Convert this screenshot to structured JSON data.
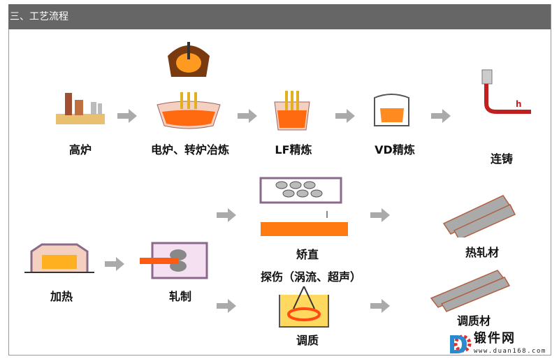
{
  "header": {
    "title": "三、工艺流程"
  },
  "steps": {
    "blast_furnace": "高炉",
    "electric_converter": "电炉、转炉冶炼",
    "lf": "LF精炼",
    "vd": "VD精炼",
    "casting": "连铸",
    "heating": "加热",
    "rolling": "轧制",
    "straightening": "矫直",
    "inspection": "探伤（涡流、超声）",
    "tempering": "调质",
    "hot_rolled": "热轧材",
    "tempered": "调质材"
  },
  "caster_mark": "h",
  "watermark": {
    "name": "锻件网",
    "url": "www.duan168.com"
  }
}
